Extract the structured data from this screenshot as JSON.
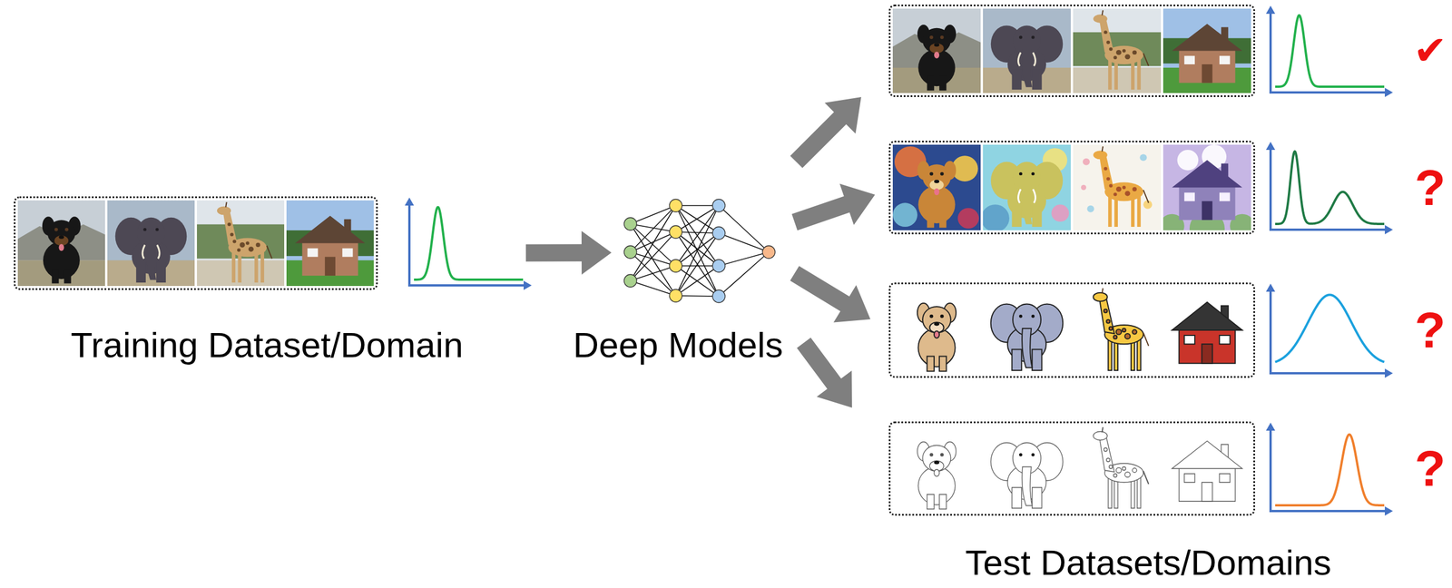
{
  "diagram": {
    "nodes": [
      {
        "text": [
          "Training Dataset/Domain"
        ]
      },
      {
        "text": [
          "Deep Models"
        ]
      },
      {
        "text": [
          "Test Datasets/Domains"
        ]
      },
      {
        "text": [
          "✔"
        ],
        "in": 2
      },
      {
        "text": [
          "?"
        ],
        "in": 2
      },
      {
        "text": [
          "?"
        ],
        "in": 2
      },
      {
        "text": [
          "?"
        ],
        "in": 2
      }
    ],
    "edges": [
      {
        "from": 0,
        "to": 1,
        "arrow": "to"
      },
      {
        "from": 1,
        "to": 3,
        "arrow": "to"
      },
      {
        "from": 1,
        "to": 4,
        "arrow": "to"
      },
      {
        "from": 1,
        "to": 5,
        "arrow": "to"
      },
      {
        "from": 1,
        "to": 6,
        "arrow": "to"
      }
    ]
  }
}
